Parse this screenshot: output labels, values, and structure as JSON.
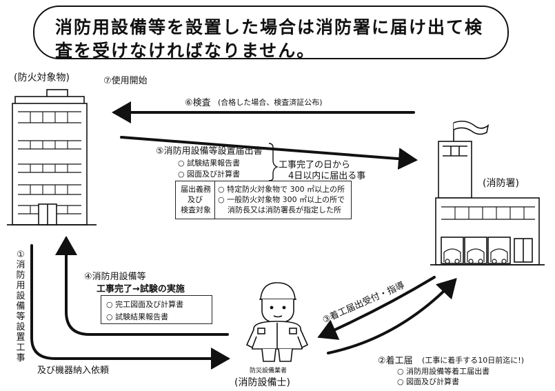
{
  "title": {
    "line1": "消防用設備等を設置した場合は消防署に届け出て検",
    "line2": "査を受けなければなりません。"
  },
  "building": {
    "label": "(防火対象物)"
  },
  "station": {
    "label": "(消防署)"
  },
  "engineer": {
    "caption": "防災設備業者",
    "label": "(消防設備士)"
  },
  "steps": {
    "s1": {
      "vertical": [
        "①",
        "消",
        "防",
        "用",
        "設",
        "備",
        "等",
        "設",
        "置",
        "工",
        "事"
      ],
      "tail": "及び機器納入依頼"
    },
    "s2": {
      "title": "②着工届",
      "note": "(工事に着手する10日前迄に!)",
      "items": [
        "○ 消防用設備等着工届出書",
        "○ 図面及び計算書"
      ]
    },
    "s3": {
      "title": "③着工届出受付・指導"
    },
    "s4": {
      "title": "④消防用設備等",
      "subtitle": "工事完了→試験の実施",
      "items": [
        "○ 完工図面及び計算書",
        "○ 試験結果報告書"
      ]
    },
    "s5": {
      "title": "⑤消防用設備等設置届出書",
      "items": [
        "○ 試験結果報告書",
        "○ 図面及び計算書"
      ],
      "deadline1": "工事完了の日から",
      "deadline2": "4日以内に届出る事",
      "table": {
        "left": [
          "届出義務",
          "及び",
          "検査対象"
        ],
        "right": [
          "○ 特定防火対象物で 300 ㎡以上の所",
          "○ 一般防火対象物 300 ㎡以上の所で",
          "消防長又は消防署長が指定した所"
        ]
      }
    },
    "s6": {
      "title": "⑥検査",
      "note": "(合格した場合、検査済証公布)"
    },
    "s7": {
      "title": "⑦使用開始"
    }
  }
}
